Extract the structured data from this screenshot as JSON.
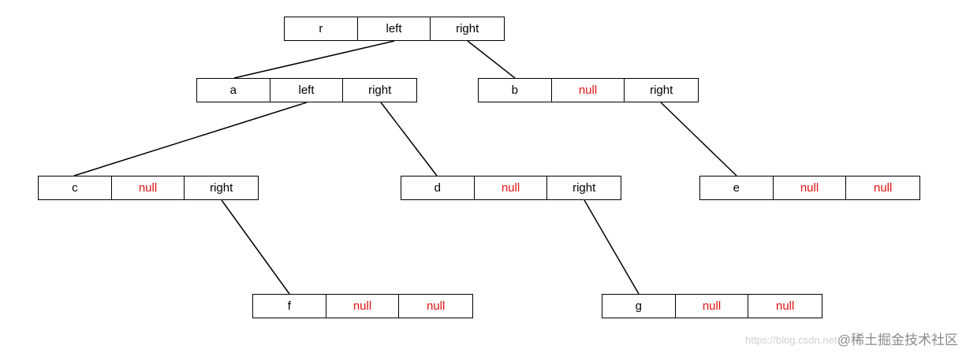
{
  "nodes": {
    "r": {
      "value": "r",
      "left": "left",
      "right": "right"
    },
    "a": {
      "value": "a",
      "left": "left",
      "right": "right"
    },
    "b": {
      "value": "b",
      "left": "null",
      "right": "right"
    },
    "c": {
      "value": "c",
      "left": "null",
      "right": "right"
    },
    "d": {
      "value": "d",
      "left": "null",
      "right": "right"
    },
    "e": {
      "value": "e",
      "left": "null",
      "right": "null"
    },
    "f": {
      "value": "f",
      "left": "null",
      "right": "null"
    },
    "g": {
      "value": "g",
      "left": "null",
      "right": "null"
    }
  },
  "edges": [
    {
      "from": "r",
      "via": "left",
      "to": "a"
    },
    {
      "from": "r",
      "via": "right",
      "to": "b"
    },
    {
      "from": "a",
      "via": "left",
      "to": "c"
    },
    {
      "from": "a",
      "via": "right",
      "to": "d"
    },
    {
      "from": "b",
      "via": "right",
      "to": "e"
    },
    {
      "from": "c",
      "via": "right",
      "to": "f"
    },
    {
      "from": "d",
      "via": "right",
      "to": "g"
    }
  ],
  "colors": {
    "null_text": "#e01010",
    "default_text": "#000000",
    "watermark_text": "#8a8a8a"
  },
  "watermark": {
    "brand": "@稀土掘金技术社区",
    "url": "https://blog.csdn.net"
  }
}
